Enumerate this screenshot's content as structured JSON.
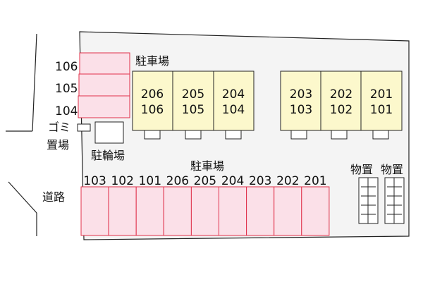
{
  "labels": {
    "parking_top": "駐車場",
    "parking_bottom": "駐車場",
    "garbage": "ゴミ",
    "garbage2": "置場",
    "bicycle": "駐輪場",
    "road": "道路",
    "storage_1": "物置",
    "storage_2": "物置"
  },
  "left_parking": [
    "106",
    "105",
    "104"
  ],
  "units_left": [
    {
      "upper": "206",
      "lower": "106"
    },
    {
      "upper": "205",
      "lower": "105"
    },
    {
      "upper": "204",
      "lower": "104"
    }
  ],
  "units_right": [
    {
      "upper": "203",
      "lower": "103"
    },
    {
      "upper": "202",
      "lower": "102"
    },
    {
      "upper": "201",
      "lower": "101"
    }
  ],
  "bottom_parking": [
    "103",
    "102",
    "101",
    "206",
    "205",
    "204",
    "203",
    "202",
    "201"
  ],
  "colors": {
    "lot_fill": "#f4f4f4",
    "unit_fill": "#fcf8cc",
    "parking_fill": "#fbe0e8",
    "parking_stroke": "#e0304a"
  }
}
